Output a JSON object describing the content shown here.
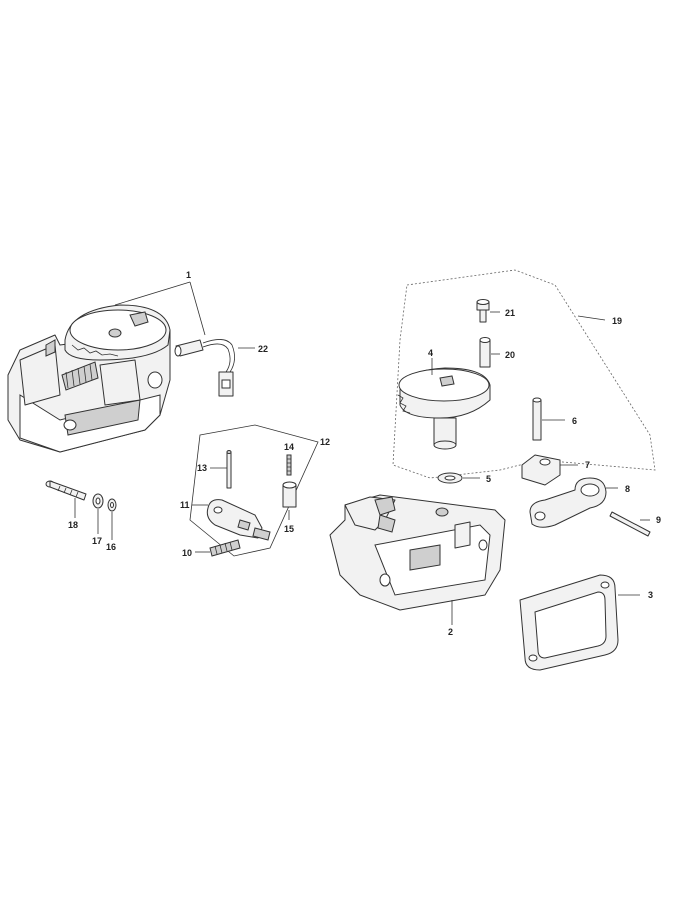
{
  "callouts": [
    {
      "id": "callout-1",
      "label": "1"
    },
    {
      "id": "callout-2",
      "label": "2"
    },
    {
      "id": "callout-3",
      "label": "3"
    },
    {
      "id": "callout-4",
      "label": "4"
    },
    {
      "id": "callout-5",
      "label": "5"
    },
    {
      "id": "callout-6",
      "label": "6"
    },
    {
      "id": "callout-7",
      "label": "7"
    },
    {
      "id": "callout-8",
      "label": "8"
    },
    {
      "id": "callout-9",
      "label": "9"
    },
    {
      "id": "callout-10",
      "label": "10"
    },
    {
      "id": "callout-11",
      "label": "11"
    },
    {
      "id": "callout-12",
      "label": "12"
    },
    {
      "id": "callout-13",
      "label": "13"
    },
    {
      "id": "callout-14",
      "label": "14"
    },
    {
      "id": "callout-15",
      "label": "15"
    },
    {
      "id": "callout-16",
      "label": "16"
    },
    {
      "id": "callout-17",
      "label": "17"
    },
    {
      "id": "callout-18",
      "label": "18"
    },
    {
      "id": "callout-19",
      "label": "19"
    },
    {
      "id": "callout-20",
      "label": "20"
    },
    {
      "id": "callout-21",
      "label": "21"
    },
    {
      "id": "callout-22",
      "label": "22"
    }
  ]
}
